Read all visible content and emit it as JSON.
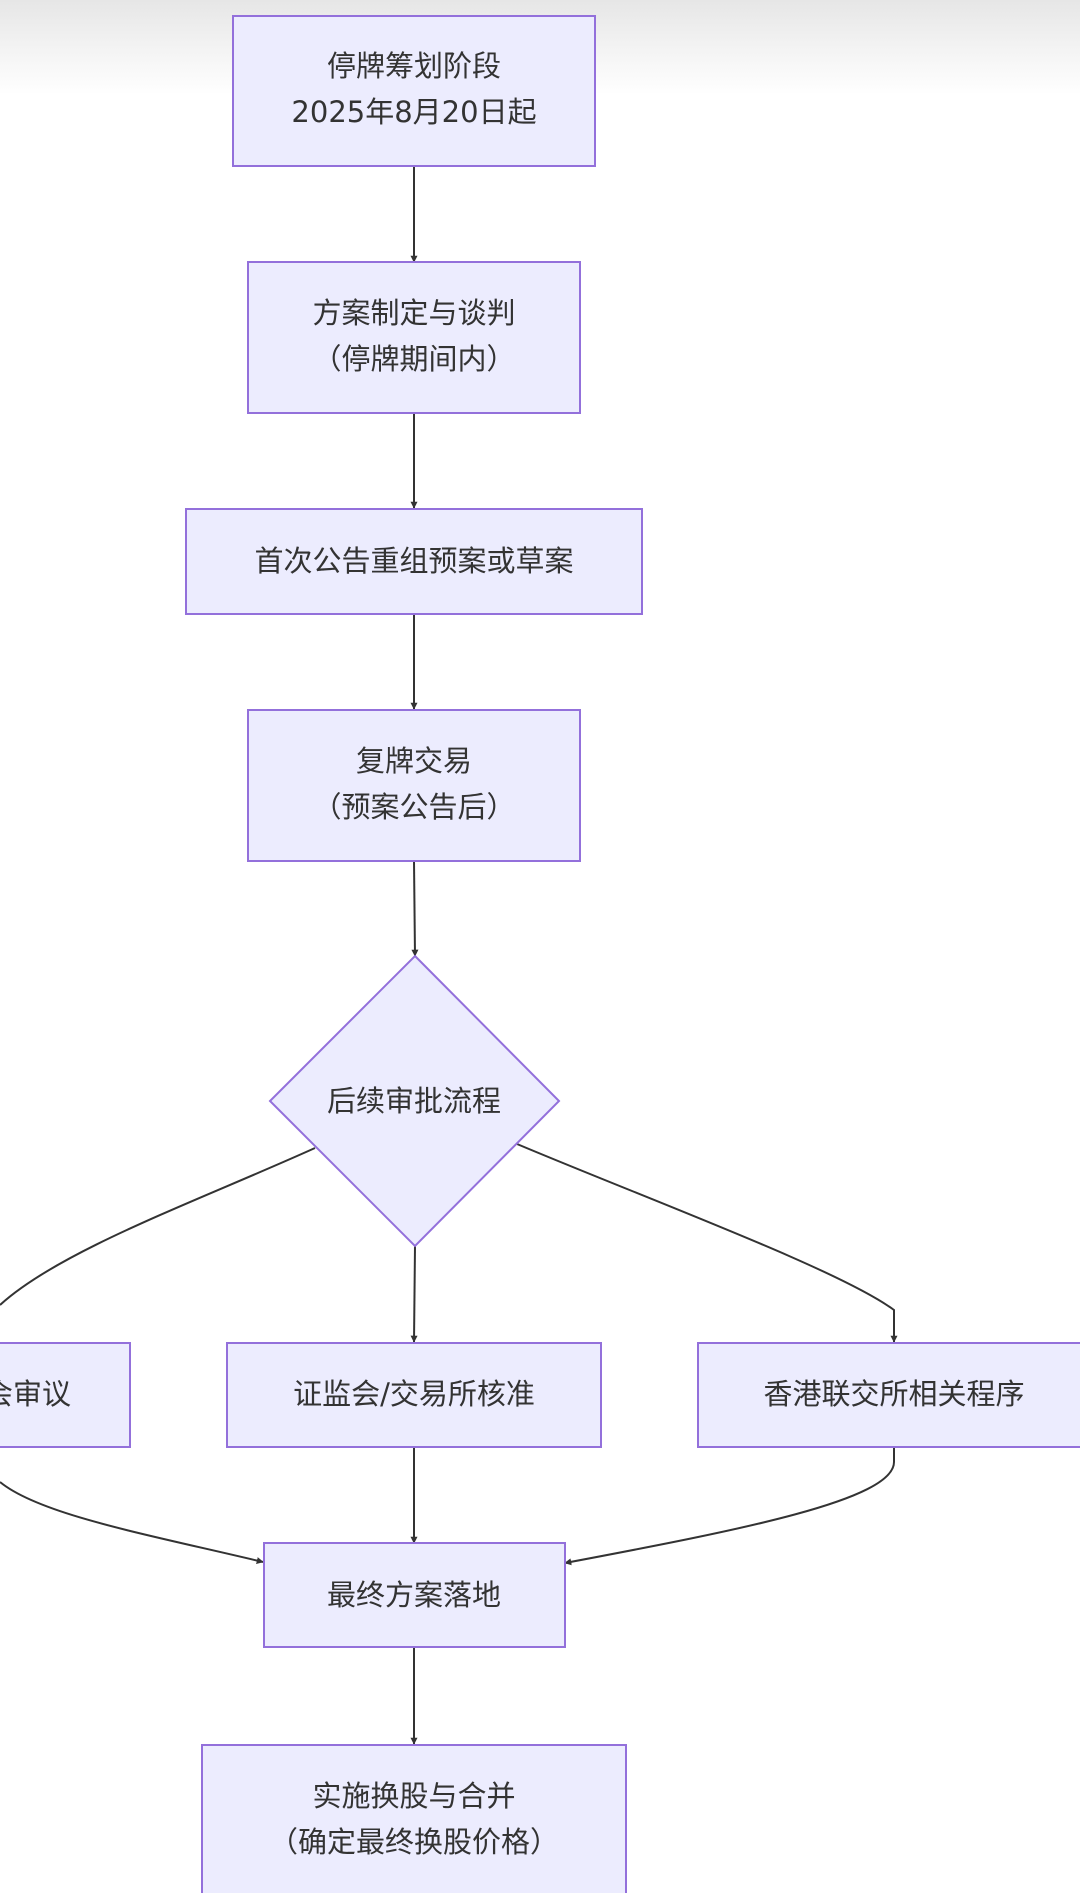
{
  "diagram": {
    "nodes": {
      "suspend": {
        "lines": [
          "停牌筹划阶段",
          "2025年8月20日起"
        ]
      },
      "plan": {
        "lines": [
          "方案制定与谈判",
          "（停牌期间内）"
        ]
      },
      "announce": {
        "lines": [
          "首次公告重组预案或草案"
        ]
      },
      "resume": {
        "lines": [
          "复牌交易",
          "（预案公告后）"
        ]
      },
      "approval": {
        "lines": [
          "后续审批流程"
        ]
      },
      "meeting": {
        "lines": [
          "会审议"
        ]
      },
      "csrc": {
        "lines": [
          "证监会/交易所核准"
        ]
      },
      "hkex": {
        "lines": [
          "香港联交所相关程序"
        ]
      },
      "final": {
        "lines": [
          "最终方案落地"
        ]
      },
      "implement": {
        "lines": [
          "实施换股与合并",
          "（确定最终换股价格）"
        ]
      }
    },
    "edges": [
      [
        "suspend",
        "plan"
      ],
      [
        "plan",
        "announce"
      ],
      [
        "announce",
        "resume"
      ],
      [
        "resume",
        "approval"
      ],
      [
        "approval",
        "meeting"
      ],
      [
        "approval",
        "csrc"
      ],
      [
        "approval",
        "hkex"
      ],
      [
        "meeting",
        "final"
      ],
      [
        "csrc",
        "final"
      ],
      [
        "hkex",
        "final"
      ],
      [
        "final",
        "implement"
      ]
    ]
  }
}
